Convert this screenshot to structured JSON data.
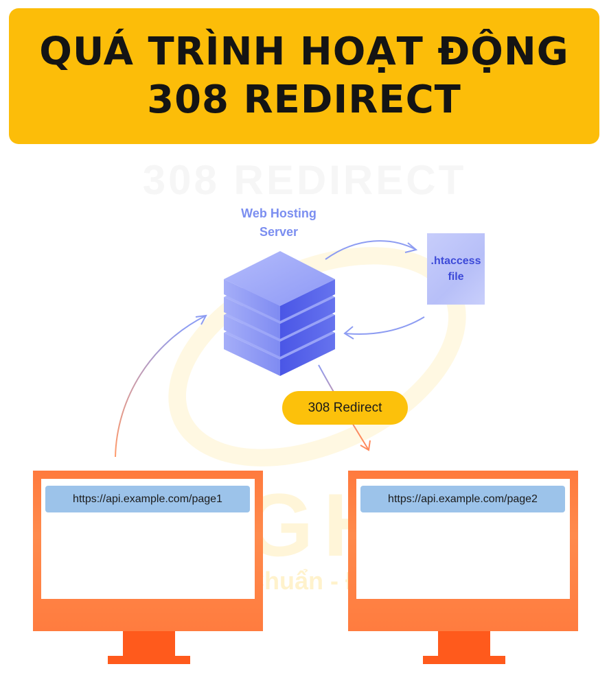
{
  "banner": {
    "title_line1": "QUÁ TRÌNH HOẠT ĐỘNG",
    "title_line2": "308 REDIRECT"
  },
  "watermark": {
    "top_text": "308 REDIRECT",
    "brand": "LIGHT",
    "slogan": "Nhanh - Chuẩn - Đẹp"
  },
  "server": {
    "label_line1": "Web Hosting",
    "label_line2": "Server"
  },
  "file": {
    "label_line1": ".htaccess",
    "label_line2": "file"
  },
  "redirect_label": "308 Redirect",
  "monitors": [
    {
      "url": "https://api.example.com/page1"
    },
    {
      "url": "https://api.example.com/page2"
    }
  ],
  "colors": {
    "banner": "#fcbd09",
    "server": "#7b86f3",
    "arrow_blue": "#7d8ff0",
    "arrow_orange": "#ff8a5c",
    "monitor": "#ff7a3d",
    "url_bar": "#9cc3ea"
  }
}
